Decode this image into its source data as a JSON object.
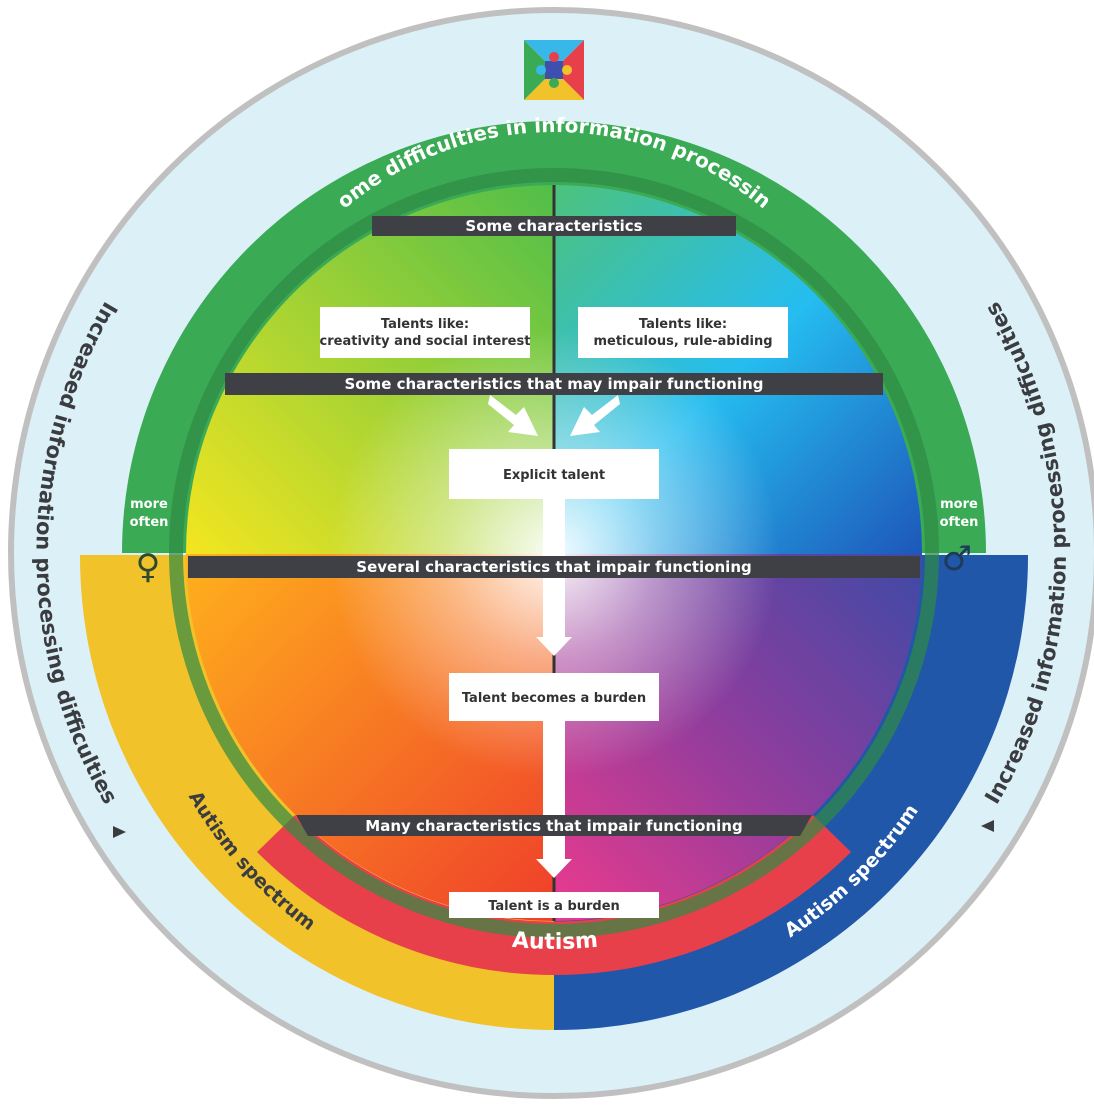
{
  "top_arc_label": "Some difficulties in information processing",
  "left_arc_label": "Increased information processing difficulties",
  "right_arc_label": "Increased information processing difficulties",
  "bands": {
    "top": "Some characteristics",
    "mid": "Some characteristics that may impair functioning",
    "several": "Several characteristics that impair functioning",
    "many": "Many characteristics that impair functioning"
  },
  "talent_left": {
    "line1": "Talents like:",
    "line2": "creativity and social interest"
  },
  "talent_right": {
    "line1": "Talents like:",
    "line2": "meticulous, rule-abiding"
  },
  "boxes": {
    "explicit": "Explicit talent",
    "burden_becomes": "Talent becomes a burden",
    "burden": "Talent is a burden"
  },
  "more_often_left": {
    "line1": "more",
    "line2": "often",
    "symbol": "♀"
  },
  "more_often_right": {
    "line1": "more",
    "line2": "often",
    "symbol": "♂"
  },
  "spectrum_left": "Autism spectrum",
  "spectrum_right": "Autism spectrum",
  "autism": "Autism",
  "colors": {
    "outer_ring": "#dcf0f7",
    "outer_border": "#c0c0c0",
    "green_ring": "#3aaa55",
    "yellow": "#f2c22a",
    "blue": "#2157a8",
    "red": "#e8404a",
    "band": "#3f4045"
  },
  "icons": [
    "puzzle-logo-icon",
    "female-symbol-icon",
    "male-symbol-icon",
    "arrow-down-icon",
    "arrow-head-icon"
  ]
}
